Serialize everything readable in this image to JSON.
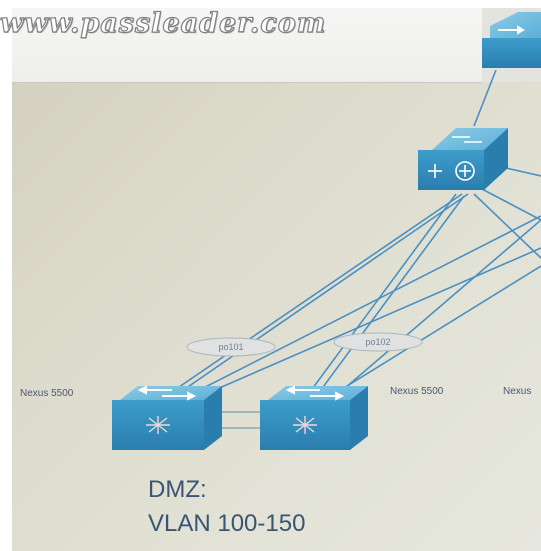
{
  "watermark": "www.passleader.com",
  "port_channels": [
    "po101",
    "po102"
  ],
  "nexus_labels": [
    "Nexus 5500",
    "Nexus 5500",
    "Nexus"
  ],
  "zone": {
    "name": "DMZ:",
    "vlans": "VLAN 100-150"
  },
  "icons": [
    "switch-icon",
    "router-switch-icon"
  ],
  "colors": {
    "device": "#3f9ecb",
    "link": "#4a90c2",
    "text": "#3a5473"
  }
}
